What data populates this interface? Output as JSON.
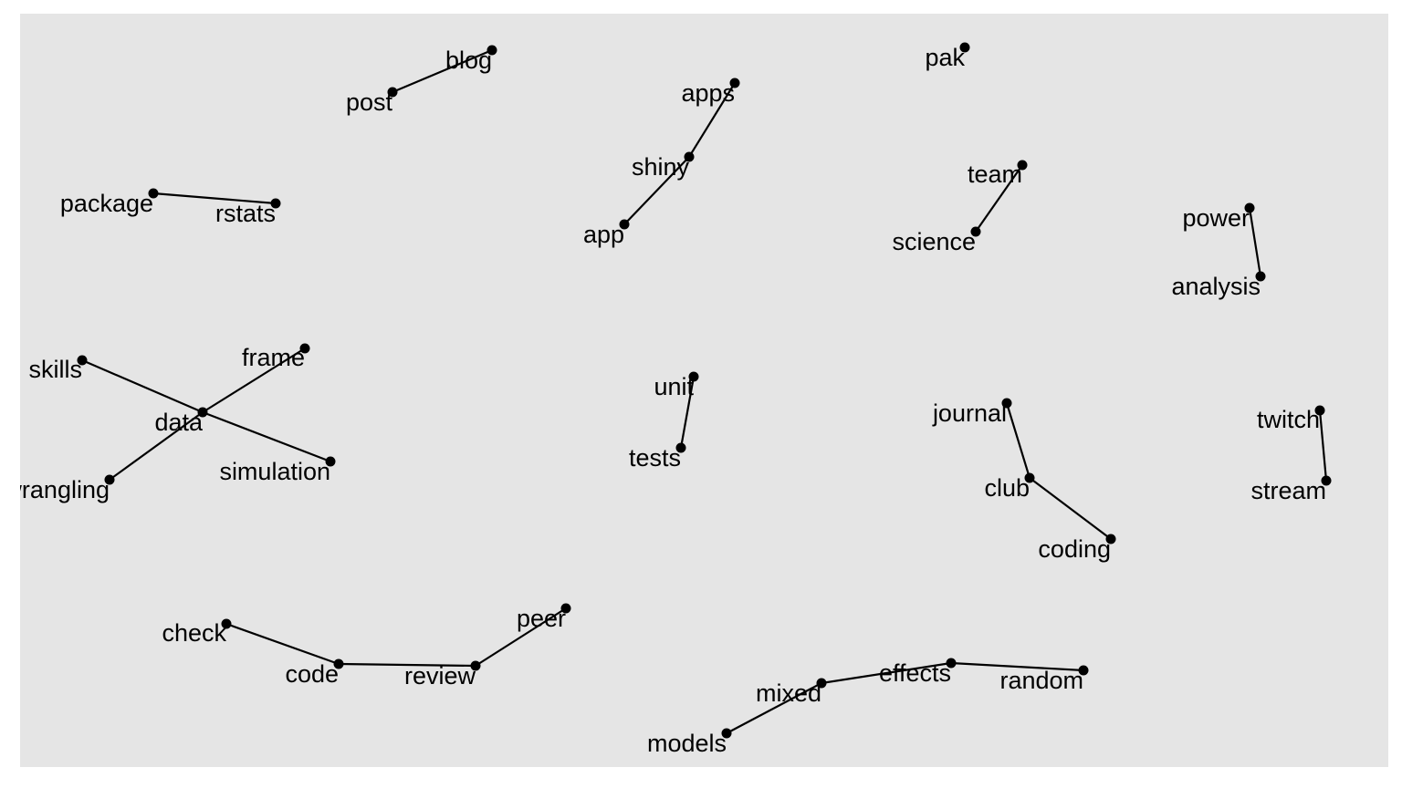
{
  "background_color": "#e5e5e5",
  "edge_color": "#000000",
  "node_color": "#000000",
  "nodes": [
    {
      "id": "blog",
      "label": "blog"
    },
    {
      "id": "post",
      "label": "post"
    },
    {
      "id": "apps",
      "label": "apps"
    },
    {
      "id": "shiny",
      "label": "shiny"
    },
    {
      "id": "app",
      "label": "app"
    },
    {
      "id": "pak",
      "label": "pak"
    },
    {
      "id": "team",
      "label": "team"
    },
    {
      "id": "science",
      "label": "science"
    },
    {
      "id": "package",
      "label": "package"
    },
    {
      "id": "rstats",
      "label": "rstats"
    },
    {
      "id": "power",
      "label": "power"
    },
    {
      "id": "analysis",
      "label": "analysis"
    },
    {
      "id": "skills",
      "label": "skills"
    },
    {
      "id": "frame",
      "label": "frame"
    },
    {
      "id": "data",
      "label": "data"
    },
    {
      "id": "simulation",
      "label": "simulation"
    },
    {
      "id": "wrangling",
      "label": "wrangling"
    },
    {
      "id": "unit",
      "label": "unit"
    },
    {
      "id": "tests",
      "label": "tests"
    },
    {
      "id": "journal",
      "label": "journal"
    },
    {
      "id": "club",
      "label": "club"
    },
    {
      "id": "coding",
      "label": "coding"
    },
    {
      "id": "twitch",
      "label": "twitch"
    },
    {
      "id": "stream",
      "label": "stream"
    },
    {
      "id": "check",
      "label": "check"
    },
    {
      "id": "code",
      "label": "code"
    },
    {
      "id": "review",
      "label": "review"
    },
    {
      "id": "peer",
      "label": "peer"
    },
    {
      "id": "mixed",
      "label": "mixed"
    },
    {
      "id": "effects",
      "label": "effects"
    },
    {
      "id": "random",
      "label": "random"
    },
    {
      "id": "models",
      "label": "models"
    }
  ],
  "edges": [
    {
      "source": "post",
      "target": "blog"
    },
    {
      "source": "app",
      "target": "shiny"
    },
    {
      "source": "shiny",
      "target": "apps"
    },
    {
      "source": "science",
      "target": "team"
    },
    {
      "source": "package",
      "target": "rstats"
    },
    {
      "source": "power",
      "target": "analysis"
    },
    {
      "source": "skills",
      "target": "data"
    },
    {
      "source": "data",
      "target": "simulation"
    },
    {
      "source": "wrangling",
      "target": "data"
    },
    {
      "source": "data",
      "target": "frame"
    },
    {
      "source": "unit",
      "target": "tests"
    },
    {
      "source": "journal",
      "target": "club"
    },
    {
      "source": "club",
      "target": "coding"
    },
    {
      "source": "twitch",
      "target": "stream"
    },
    {
      "source": "check",
      "target": "code"
    },
    {
      "source": "code",
      "target": "review"
    },
    {
      "source": "review",
      "target": "peer"
    },
    {
      "source": "models",
      "target": "mixed"
    },
    {
      "source": "mixed",
      "target": "effects"
    },
    {
      "source": "effects",
      "target": "random"
    }
  ]
}
